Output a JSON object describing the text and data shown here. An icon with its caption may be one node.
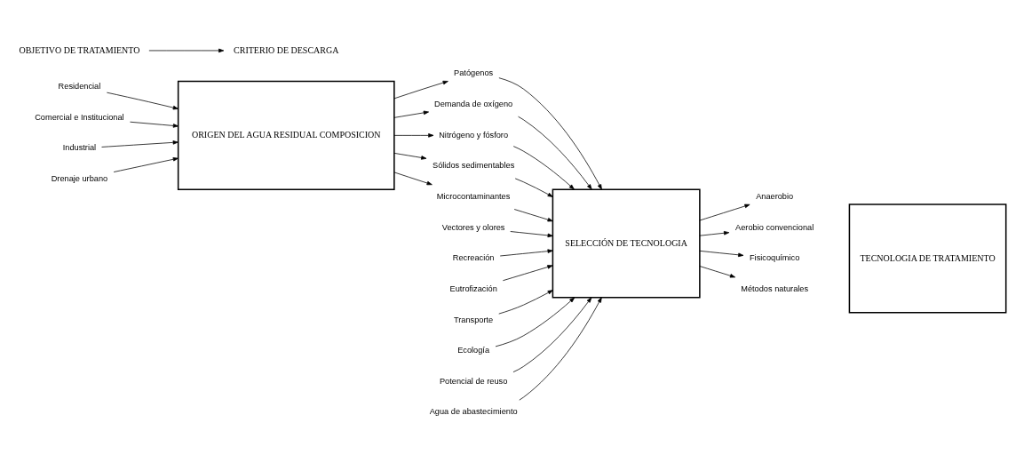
{
  "diagram": {
    "nodes": [
      {
        "text": [
          "Residencial"
        ]
      },
      {
        "text": [
          "Comercial e Institucional"
        ]
      },
      {
        "text": [
          "Industrial"
        ]
      },
      {
        "text": [
          "Drenaje urbano"
        ]
      },
      {
        "text": [
          "ORIGEN DEL AGUA RESIDUAL COMPOSICION"
        ]
      },
      {
        "text": [
          "Patógenos"
        ]
      },
      {
        "text": [
          "Demanda de oxígeno"
        ]
      },
      {
        "text": [
          "Nitrógeno y fósforo"
        ]
      },
      {
        "text": [
          "Sólidos sedimentables"
        ]
      },
      {
        "text": [
          "Microcontaminantes"
        ]
      },
      {
        "text": [
          "SELECCIÓN DE TECNOLOGIA"
        ]
      },
      {
        "text": [
          "Vectores y olores"
        ]
      },
      {
        "text": [
          "Recreación"
        ]
      },
      {
        "text": [
          "Eutrofización"
        ]
      },
      {
        "text": [
          "Transporte"
        ]
      },
      {
        "text": [
          "Ecología"
        ]
      },
      {
        "text": [
          "Potencial de reuso"
        ]
      },
      {
        "text": [
          "Agua de abastecimiento"
        ]
      },
      {
        "text": [
          "Anaerobio"
        ]
      },
      {
        "text": [
          "Aerobio convencional"
        ]
      },
      {
        "text": [
          "Fisicoquímico"
        ]
      },
      {
        "text": [
          "Métodos naturales"
        ]
      },
      {
        "text": [
          "TECNOLOGIA DE TRATAMIENTO"
        ]
      },
      {
        "text": [
          "OBJETIVO DE TRATAMIENTO"
        ]
      },
      {
        "text": [
          "CRITERIO DE DESCARGA"
        ]
      }
    ],
    "edges": [
      {
        "from": 0,
        "to": 4,
        "arrow": "to"
      },
      {
        "from": 1,
        "to": 4,
        "arrow": "to"
      },
      {
        "from": 2,
        "to": 4,
        "arrow": "to"
      },
      {
        "from": 3,
        "to": 4,
        "arrow": "to"
      },
      {
        "from": 4,
        "to": 5,
        "arrow": "to"
      },
      {
        "from": 4,
        "to": 6,
        "arrow": "to"
      },
      {
        "from": 4,
        "to": 7,
        "arrow": "to"
      },
      {
        "from": 4,
        "to": 8,
        "arrow": "to"
      },
      {
        "from": 4,
        "to": 9,
        "arrow": "to"
      },
      {
        "from": 5,
        "to": 10,
        "arrow": "to"
      },
      {
        "from": 6,
        "to": 10,
        "arrow": "to"
      },
      {
        "from": 7,
        "to": 10,
        "arrow": "to"
      },
      {
        "from": 8,
        "to": 10,
        "arrow": "to"
      },
      {
        "from": 9,
        "to": 10,
        "arrow": "to"
      },
      {
        "from": 11,
        "to": 10,
        "arrow": "to"
      },
      {
        "from": 12,
        "to": 10,
        "arrow": "to"
      },
      {
        "from": 13,
        "to": 10,
        "arrow": "to"
      },
      {
        "from": 14,
        "to": 10,
        "arrow": "to"
      },
      {
        "from": 15,
        "to": 10,
        "arrow": "to"
      },
      {
        "from": 16,
        "to": 10,
        "arrow": "to"
      },
      {
        "from": 17,
        "to": 10,
        "arrow": "to"
      },
      {
        "from": 10,
        "to": 18,
        "arrow": "to"
      },
      {
        "from": 10,
        "to": 19,
        "arrow": "to"
      },
      {
        "from": 10,
        "to": 20,
        "arrow": "to"
      },
      {
        "from": 10,
        "to": 21,
        "arrow": "to"
      },
      {
        "from": 23,
        "to": 24,
        "arrow": "to"
      }
    ]
  }
}
